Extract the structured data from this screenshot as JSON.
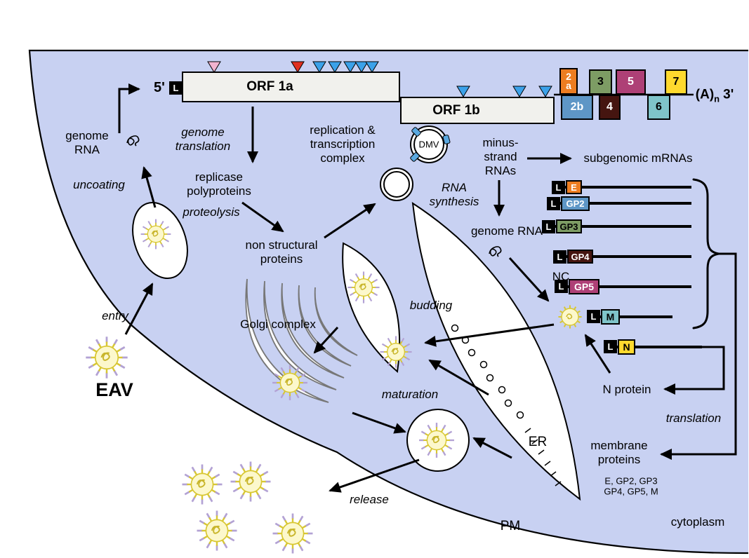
{
  "genome": {
    "five_prime": "5'",
    "leader": "L",
    "orf1a": "ORF 1a",
    "orf1b": "ORF 1b",
    "poly_a_prefix": "(A)",
    "poly_a_sub": "n",
    "three_prime": "3'",
    "orf_boxes": [
      {
        "label": "2a",
        "bg": "#ed7d21",
        "fg": "#ffffff"
      },
      {
        "label": "2b",
        "bg": "#5e96c6",
        "fg": "#ffffff"
      },
      {
        "label": "3",
        "bg": "#7d9c64",
        "fg": "#000000"
      },
      {
        "label": "4",
        "bg": "#451510",
        "fg": "#ffffff"
      },
      {
        "label": "5",
        "bg": "#ae4076",
        "fg": "#ffffff"
      },
      {
        "label": "6",
        "bg": "#7fc4c9",
        "fg": "#000000"
      },
      {
        "label": "7",
        "bg": "#ffd92e",
        "fg": "#000000"
      }
    ]
  },
  "mrna_rows": [
    {
      "leader": "L",
      "label": "E",
      "bg": "#ed7d21",
      "fg": "#ffffff"
    },
    {
      "leader": "L",
      "label": "GP2",
      "bg": "#5e96c6",
      "fg": "#ffffff"
    },
    {
      "leader": "L",
      "label": "GP3",
      "bg": "#7d9c64",
      "fg": "#000000"
    },
    {
      "leader": "L",
      "label": "GP4",
      "bg": "#451510",
      "fg": "#ffffff"
    },
    {
      "leader": "L",
      "label": "GP5",
      "bg": "#ae4076",
      "fg": "#ffffff"
    },
    {
      "leader": "L",
      "label": "M",
      "bg": "#7fc4c9",
      "fg": "#000000"
    },
    {
      "leader": "L",
      "label": "N",
      "bg": "#ffd92e",
      "fg": "#000000"
    }
  ],
  "labels": {
    "genome_rna_top": "genome\nRNA",
    "uncoating": "uncoating",
    "genome_translation": "genome\ntranslation",
    "replicase": "replicase\npolyproteins",
    "proteolysis": "proteolysis",
    "nsp": "non structural\nproteins",
    "rtc": "replication &\ntranscription\ncomplex",
    "dmv": "DMV",
    "rna_synthesis": "RNA\nsynthesis",
    "minus_strand": "minus-\nstrand\nRNAs",
    "subgenomic": "subgenomic mRNAs",
    "genome_rna_mid": "genome RNA",
    "nc": "NC",
    "budding": "budding",
    "golgi": "Golgi complex",
    "maturation": "maturation",
    "er": "ER",
    "release": "release",
    "entry": "entry",
    "eav": "EAV",
    "n_protein": "N protein",
    "translation": "translation",
    "membrane_proteins": "membrane\nproteins",
    "membrane_protein_list": "E, GP2, GP3\nGP4, GP5, M",
    "pm": "PM",
    "cytoplasm": "cytoplasm"
  },
  "colors": {
    "cytosol": "#c8d1f2",
    "membrane": "#000000",
    "triangle_pink": "#f2b3cf",
    "triangle_red": "#e02f1f",
    "triangle_blue": "#3ba1e9",
    "virion_core": "#fcf8cc",
    "virion_spikes": "#d8c733",
    "virion_fringe": "#b3a2d4",
    "dmv_pore_blue": "#5aa8e0"
  }
}
